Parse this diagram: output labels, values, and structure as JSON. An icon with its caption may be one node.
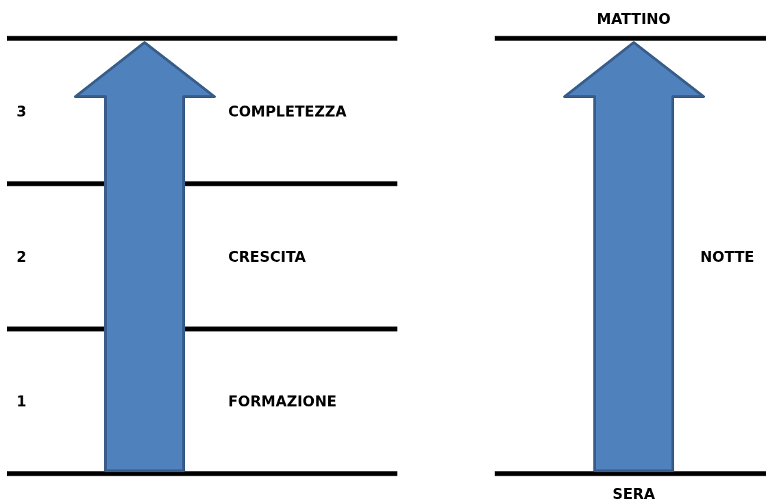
{
  "diagram": {
    "labels": [
      "MATTINO",
      "3",
      "COMPLETEZZA",
      "2",
      "CRESCITA",
      "NOTTE",
      "1",
      "FORMAZIONE",
      "SERA"
    ]
  }
}
